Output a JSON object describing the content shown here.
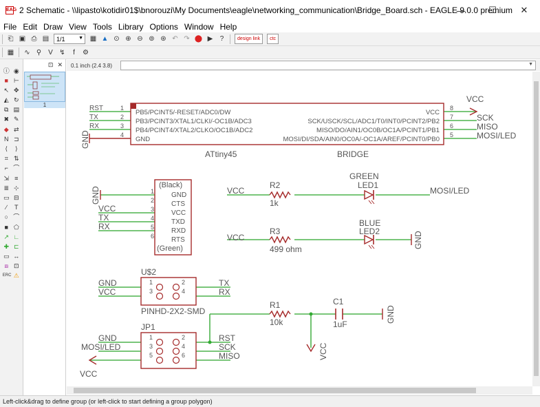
{
  "window": {
    "title": "2 Schematic - \\\\lipasto\\kotidir01$\\bnorouzi\\My Documents\\eagle\\networking_communication\\Bridge_Board.sch - EAGLE 9.0.0 premium",
    "app_icon_text": "EAG",
    "minimize": "—",
    "maximize": "☐",
    "close": "✕"
  },
  "menu": [
    "File",
    "Edit",
    "Draw",
    "View",
    "Tools",
    "Library",
    "Options",
    "Window",
    "Help"
  ],
  "toolbar": {
    "sheet_value": "1/1",
    "design_link_label": "design link",
    "ctc_label": "ctc"
  },
  "sheets_panel": {
    "pin_icon": "⊡",
    "close_icon": "✕",
    "sheet_number": "1"
  },
  "command": {
    "coordinate": "0.1 inch (2.4 3.8)",
    "value": ""
  },
  "schematic": {
    "ic": {
      "left_pins": [
        {
          "net": "RST",
          "num": "1",
          "name": "PB5/PCINT5/-RESET/ADC0/DW"
        },
        {
          "net": "TX",
          "num": "2",
          "name": "PB3/PCINT3/XTAL1/CLKI/-OC1B/ADC3"
        },
        {
          "net": "RX",
          "num": "3",
          "name": "PB4/PCINT4/XTAL2/CLKO/OC1B/ADC2"
        },
        {
          "net": "",
          "num": "4",
          "name": "GND"
        }
      ],
      "right_pins": [
        {
          "net": "VCC",
          "num": "8",
          "name": "VCC"
        },
        {
          "net": "SCK",
          "num": "7",
          "name": "SCK/USCK/SCL/ADC1/T0/INT0/PCINT2/PB2"
        },
        {
          "net": "MISO",
          "num": "6",
          "name": "MISO/DO/AIN1/OC0B/OC1A/PCINT1/PB1"
        },
        {
          "net": "MOSI/LED",
          "num": "5",
          "name": "MOSI/DI/SDA/AIN0/OC0A/-OC1A/AREF/PCINT0/PB0"
        }
      ],
      "gnd_label": "GND",
      "vcc_top_label": "VCC",
      "value": "ATtiny45",
      "name": "BRIDGE"
    },
    "ftdi": {
      "top_label": "(Black)",
      "bottom_label": "(Green)",
      "gnd_label": "GND",
      "pins": [
        {
          "num": "1",
          "name": "GND",
          "net": ""
        },
        {
          "num": "2",
          "name": "CTS",
          "net": ""
        },
        {
          "num": "3",
          "name": "VCC",
          "net": "VCC"
        },
        {
          "num": "4",
          "name": "TXD",
          "net": "TX"
        },
        {
          "num": "5",
          "name": "RXD",
          "net": "RX"
        },
        {
          "num": "6",
          "name": "RTS",
          "net": ""
        }
      ]
    },
    "led_green": {
      "vcc": "VCC",
      "res_name": "R2",
      "res_value": "1k",
      "led_color": "GREEN",
      "led_name": "LED1",
      "net": "MOSI/LED"
    },
    "led_blue": {
      "vcc": "VCC",
      "res_name": "R3",
      "res_value": "499 ohm",
      "led_color": "BLUE",
      "led_name": "LED2",
      "gnd": "GND"
    },
    "header_us2": {
      "name": "U$2",
      "value": "PINHD-2X2-SMD",
      "left_nets": [
        "GND",
        "VCC"
      ],
      "right_nets": [
        "TX",
        "RX"
      ],
      "pins": [
        "1",
        "2",
        "3",
        "4"
      ]
    },
    "header_jp1": {
      "name": "JP1",
      "left_nets": [
        "GND",
        "MOSI/LED",
        "VCC"
      ],
      "right_nets": [
        "RST",
        "SCK",
        "MISO"
      ],
      "pins": [
        "1",
        "2",
        "3",
        "4",
        "5",
        "6"
      ]
    },
    "reset_circuit": {
      "res_name": "R1",
      "res_value": "10k",
      "cap_name": "C1",
      "cap_value": "1uF",
      "gnd": "GND",
      "vcc": "VCC"
    },
    "colors": {
      "wire": "#4db34d",
      "part": "#a52a2a",
      "text": "#555555",
      "junction": "#33aa33"
    }
  },
  "status": {
    "message": "Left-click&drag to define group (or left-click to start defining a group polygon)"
  }
}
